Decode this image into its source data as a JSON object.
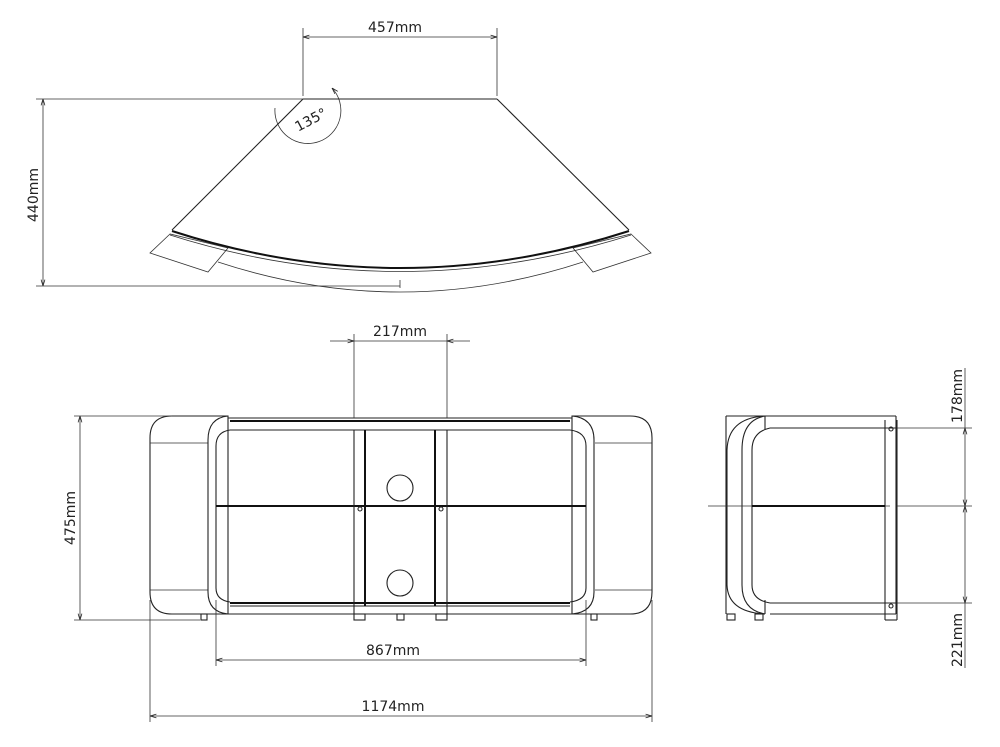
{
  "colors": {
    "line": "#222222",
    "background": "#ffffff"
  },
  "top_view": {
    "width_label": "457mm",
    "depth_label": "440mm",
    "angle_label": "135°"
  },
  "front_view": {
    "post_spacing_label": "217mm",
    "height_label": "475mm",
    "inner_width_label": "867mm",
    "overall_width_label": "1174mm"
  },
  "side_view": {
    "upper_shelf_gap_label": "178mm",
    "lower_shelf_gap_label": "221mm"
  }
}
